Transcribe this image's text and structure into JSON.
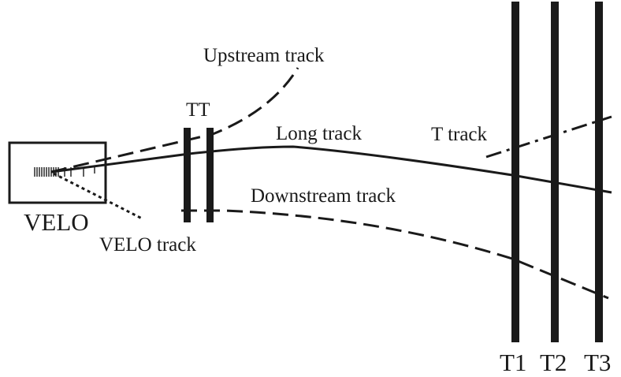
{
  "labels": {
    "velo": "VELO",
    "velo_track": "VELO track",
    "tt": "TT",
    "upstream_track": "Upstream track",
    "long_track": "Long track",
    "downstream_track": "Downstream track",
    "t_track": "T track",
    "t1": "T1",
    "t2": "T2",
    "t3": "T3"
  },
  "colors": {
    "ink": "#1a1a1a",
    "background": "#ffffff"
  }
}
